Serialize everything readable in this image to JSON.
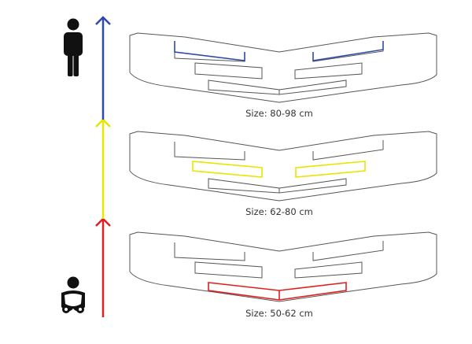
{
  "colors": {
    "outline": "#555555",
    "large": "#2e4aa8",
    "medium": "#e6e600",
    "small": "#e02020",
    "icon": "#111111",
    "text": "#333333"
  },
  "icons": {
    "top": "adult-person-icon",
    "bottom": "baby-diaper-icon"
  },
  "belts": [
    {
      "size_label": "Size: 80-98 cm",
      "highlight": "top-slots",
      "color_key": "large"
    },
    {
      "size_label": "Size: 62-80 cm",
      "highlight": "middle-slots",
      "color_key": "medium"
    },
    {
      "size_label": "Size: 50-62 cm",
      "highlight": "bottom-slot",
      "color_key": "small"
    }
  ]
}
